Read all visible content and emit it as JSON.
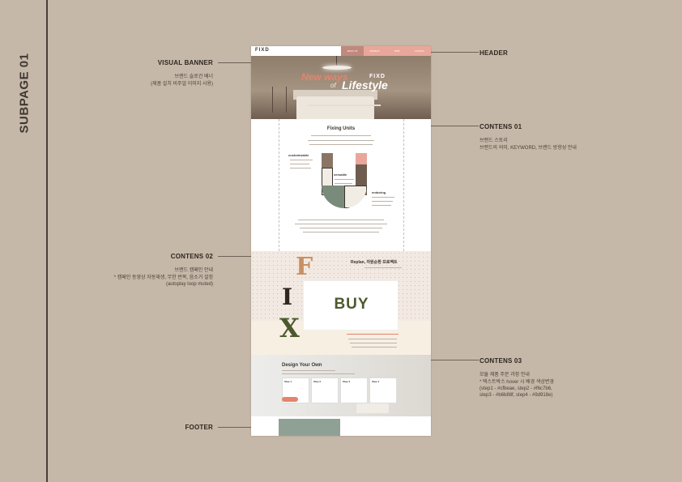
{
  "page": {
    "title": "SUBPAGE 01"
  },
  "colors": {
    "background": "#c5b8a8",
    "accent": "#e5836d",
    "nav": "#e8a79a",
    "footer_green": "#8fa194",
    "text": "#4a3f36"
  },
  "annotations": {
    "visual_banner": {
      "title": "VISUAL BANNER",
      "lines": [
        "브랜드 슬로건 배너",
        "(제품 설치 비주얼 이미지 사용)"
      ]
    },
    "header": {
      "title": "HEADER"
    },
    "contens01": {
      "title": "CONTENS 01",
      "lines": [
        "브랜드 스토리",
        "브랜드의 의미, KEYWORD, 브랜드 방향성 안내"
      ]
    },
    "contens02": {
      "title": "CONTENS 02",
      "lines": [
        "브랜드 캠페인 안내",
        "* 캠페인 동영상 자동재생, 무한 반복, 음소거 설정",
        "(autoplay loop muted)"
      ]
    },
    "contens03": {
      "title": "CONTENS 03",
      "lines": [
        "모듈 제품 주문 과정 안내",
        "* 텍스트박스 hover 시 배경 색상변경",
        "(step1 - #cfbeae, step2 - #f6c7b6,",
        "step3 - #b6b88f, step4 - #9d918e)"
      ]
    },
    "footer": {
      "title": "FOOTER"
    }
  },
  "mockup": {
    "logo": "FIXD",
    "nav": [
      "ABOUT US",
      "PRODUCT",
      "SHOP",
      "CONTACT"
    ],
    "banner": {
      "line1": "New ways",
      "line2": "of",
      "line3": "Lifestyle",
      "brand": "FIXD"
    },
    "contens01": {
      "heading": "Fixing Units",
      "keywords": [
        "customizable",
        "versatile",
        "enduring"
      ]
    },
    "contens02": {
      "heading": "Replan, 자원순환 프로젝트",
      "letters": [
        "F",
        "I",
        "X"
      ],
      "buy": "BUY"
    },
    "contens03": {
      "heading": "Design Your Own",
      "steps": [
        "Step 1",
        "Step 2",
        "Step 3",
        "Step 4"
      ]
    }
  }
}
